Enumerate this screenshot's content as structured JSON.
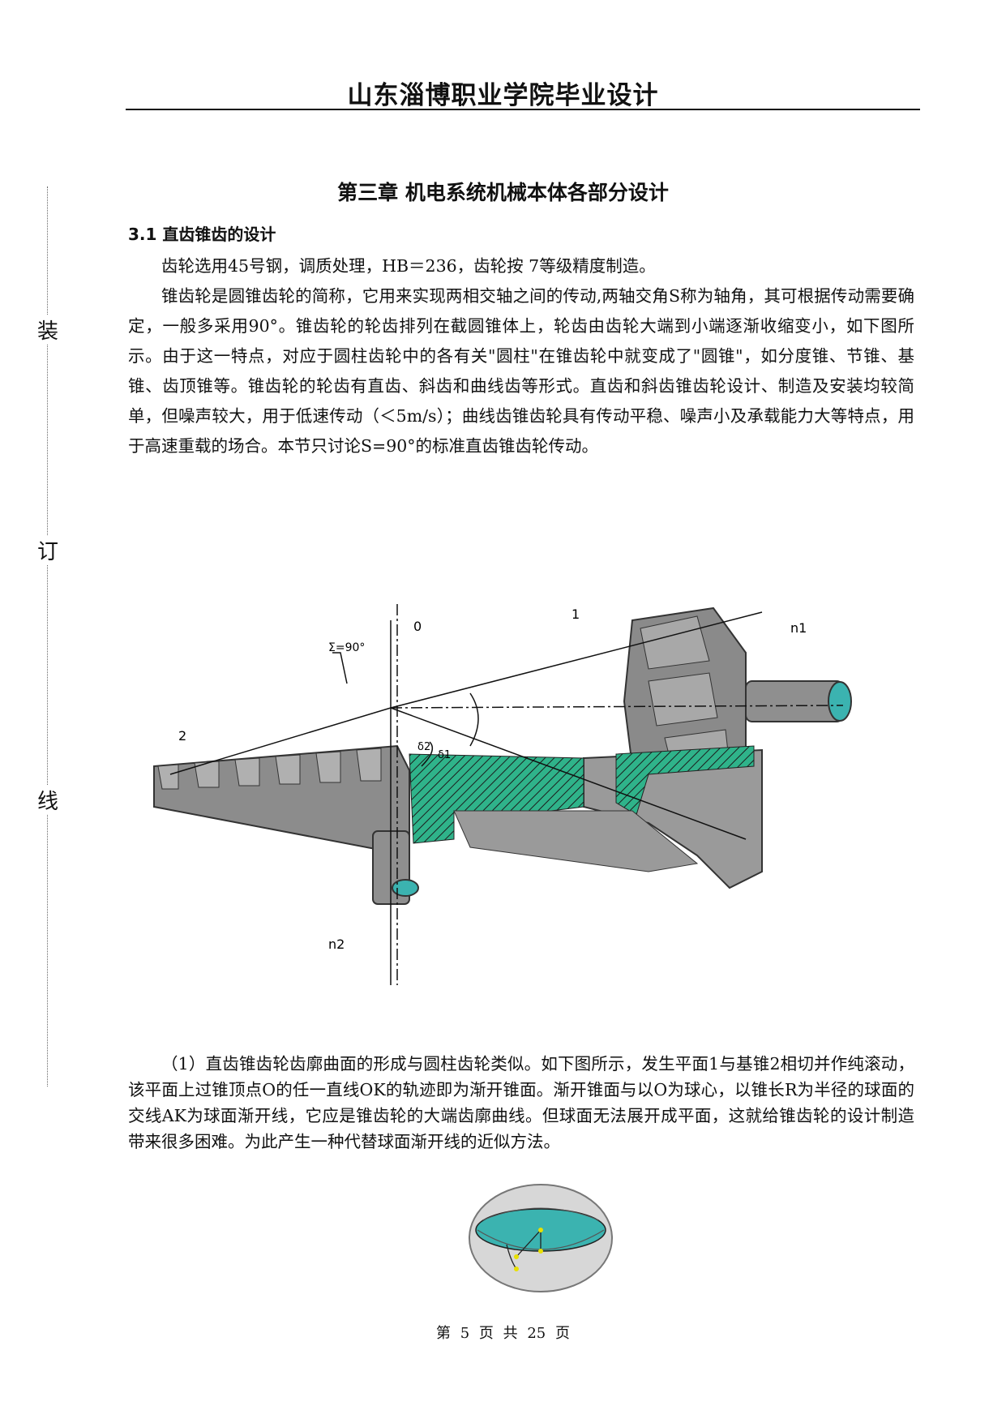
{
  "header": {
    "title": "山东淄博职业学院毕业设计"
  },
  "binding": {
    "chars": [
      "装",
      "订",
      "线"
    ]
  },
  "chapter": {
    "title": "第三章 机电系统机械本体各部分设计",
    "section_title": "3.1 直齿锥齿的设计",
    "paragraph1": "齿轮选用45号钢，调质处理，HB＝236，齿轮按 7等级精度制造。",
    "paragraph2": "锥齿轮是圆锥齿轮的简称，它用来实现两相交轴之间的传动,两轴交角S称为轴角，其可根据传动需要确定，一般多采用90°。锥齿轮的轮齿排列在截圆锥体上，轮齿由齿轮大端到小端逐渐收缩变小，如下图所示。由于这一特点，对应于圆柱齿轮中的各有关\"圆柱\"在锥齿轮中就变成了\"圆锥\"，如分度锥、节锥、基锥、齿顶锥等。锥齿轮的轮齿有直齿、斜齿和曲线齿等形式。直齿和斜齿锥齿轮设计、制造及安装均较简单，但噪声较大，用于低速传动（＜5m/s）；曲线齿锥齿轮具有传动平稳、噪声小及承载能力大等特点，用于高速重载的场合。本节只讨论S=90°的标准直齿锥齿轮传动。",
    "paragraph3": "（1）直齿锥齿轮齿廓曲面的形成与圆柱齿轮类似。如下图所示，发生平面1与基锥2相切并作纯滚动，该平面上过锥顶点O的任一直线OK的轨迹即为渐开锥面。渐开锥面与以O为球心，以锥长R为半径的球面的交线AK为球面渐开线，它应是锥齿轮的大端齿廓曲线。但球面无法展开成平面，这就给锥齿轮的设计制造带来很多困难。为此产生一种代替球面渐开线的近似方法。"
  },
  "figure1": {
    "label_gear1": "1",
    "label_gear2": "2",
    "label_origin": "0",
    "label_sigma": "Σ=90°",
    "label_delta2": "δ2",
    "label_delta1": "δ1",
    "label_n1": "n1",
    "label_n2": "n2"
  },
  "footer": {
    "page_text": "第 5 页 共 25 页"
  },
  "colors": {
    "gear_gray": "#8a8a8a",
    "hatch_green": "#2fb38a",
    "teal": "#3bb3b0"
  }
}
